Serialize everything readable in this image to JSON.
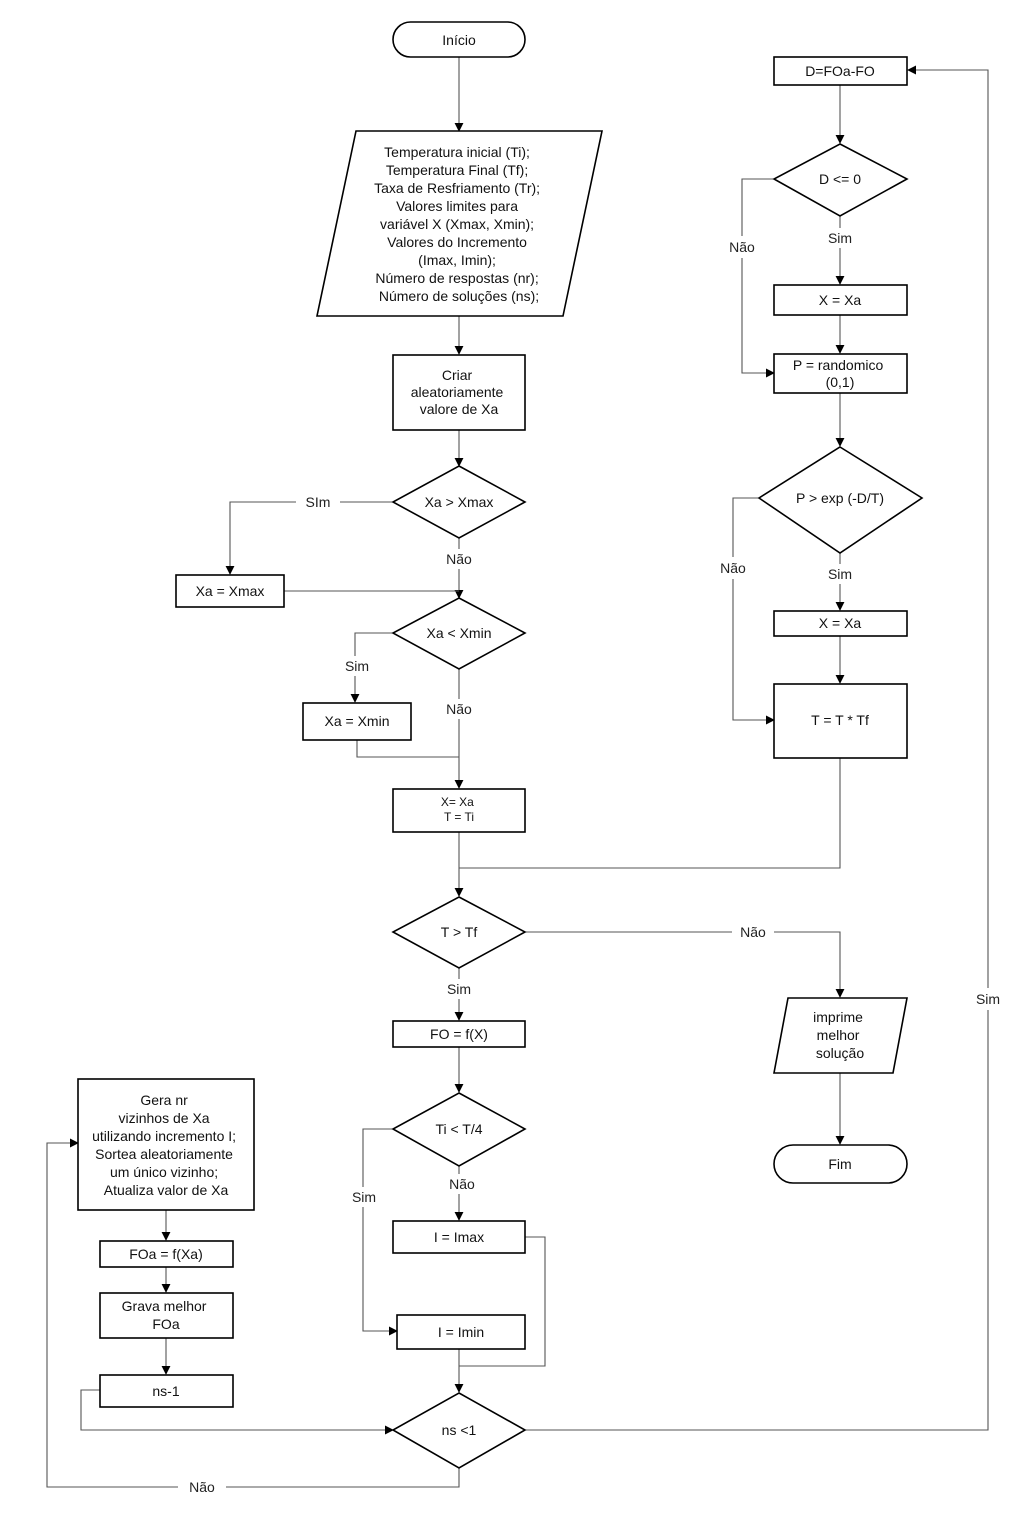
{
  "colors": {
    "stroke": "#000000",
    "line": "#555555",
    "text": "#111111",
    "background": "#ffffff"
  },
  "nodes": {
    "inicio": "Início",
    "params": [
      "Temperatura inicial (Ti);",
      "Temperatura Final (Tf);",
      "Taxa de Resfriamento (Tr);",
      "Valores limites para",
      "variável X (Xmax, Xmin);",
      "Valores do Incremento",
      "(Imax, Imin);",
      "Número de respostas (nr);",
      "Número de soluções (ns);"
    ],
    "criar": [
      "Criar",
      "aleatoriamente",
      "valore de Xa"
    ],
    "xa_gt_xmax": "Xa > Xmax",
    "xa_eq_xmax": "Xa = Xmax",
    "xa_lt_xmin": "Xa < Xmin",
    "xa_eq_xmin": "Xa = Xmin",
    "init_x_t": [
      "X= Xa",
      "T = Ti"
    ],
    "t_gt_tf": "T > Tf",
    "fo": "FO = f(X)",
    "ti_lt_t4": "Ti < T/4",
    "i_imax": "I = Imax",
    "i_imin": "I = Imin",
    "ns_lt_1": "ns <1",
    "gera": [
      "Gera nr",
      "vizinhos de Xa",
      "utilizando incremento I;",
      "Sortea aleatoriamente",
      "um único vizinho;",
      "Atualiza valor de Xa"
    ],
    "foa": "FOa = f(Xa)",
    "grava": [
      "Grava melhor",
      "FOa"
    ],
    "ns_minus": "ns-1",
    "d_calc": "D=FOa-FO",
    "d_le_0": "D <= 0",
    "x_xa_1": "X = Xa",
    "p_rand": [
      "P = randomico",
      "(0,1)"
    ],
    "p_gt_exp": "P > exp (-D/T)",
    "x_xa_2": "X = Xa",
    "t_update": "T = T * Tf",
    "imprime": [
      "imprime",
      "melhor",
      "solução"
    ],
    "fim": "Fim"
  },
  "edges": {
    "sim_xmax": "SIm",
    "nao_xmax": "Não",
    "sim_xmin": "Sim",
    "nao_xmin": "Não",
    "nao_ttf": "Não",
    "sim_ttf": "Sim",
    "sim_ti": "Sim",
    "nao_ti": "Não",
    "nao_ns": "Não",
    "sim_ns": "Sim",
    "nao_d": "Não",
    "sim_d": "Sim",
    "nao_p": "Não",
    "sim_p": "Sim"
  }
}
